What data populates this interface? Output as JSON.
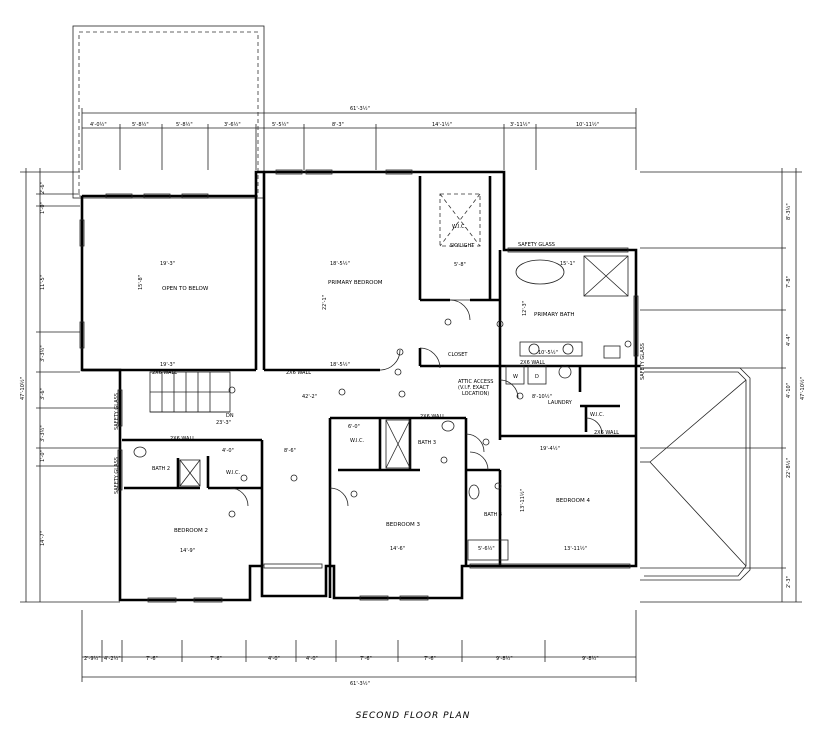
{
  "title": "SECOND FLOOR PLAN",
  "rooms": {
    "open_to_below": "OPEN TO BELOW",
    "primary_bedroom": "PRIMARY BEDROOM",
    "wic_primary": "W.I.C.",
    "skylight": "SKYLIGHT",
    "safety_glass_top": "SAFETY GLASS",
    "primary_bath": "PRIMARY BATH",
    "safety_glass_right": "SAFETY GLASS",
    "closet": "CLOSET",
    "attic_access": "ATTIC ACCESS",
    "attic_note": "(V.I.F. EXACT",
    "attic_note2": "LOCATION)",
    "laundry": "LAUNDRY",
    "wic_laundry": "W.I.C.",
    "washer": "W",
    "dryer": "D",
    "wic_b3": "W.I.C.",
    "bath_3": "BATH 3",
    "bath_2": "BATH 2",
    "wic_b2": "W.I.C.",
    "bedroom_2": "BEDROOM 2",
    "bedroom_3": "BEDROOM 3",
    "bath_4": "BATH 4",
    "bedroom_4": "BEDROOM 4",
    "down": "DN",
    "safety_glass_left1": "SAFETY GLASS",
    "safety_glass_left2": "SAFETY GLASS",
    "wall_note": "2X6 WALL"
  },
  "dims": {
    "overall_top": "61'-3½\"",
    "overall_bottom": "61'-3½\"",
    "overall_left": "47'-10½\"",
    "overall_right": "47'-10½\"",
    "top_row": [
      "4'-0½\"",
      "5'-8½\"",
      "5'-8½\"",
      "3'-6½\"",
      "5'-5½\"",
      "8'-3\"",
      "14'-1½\"",
      "3'-11½\"",
      "10'-11½\""
    ],
    "bottom_row": [
      "2'-9½\"",
      "4'-2½\"",
      "7'-6\"",
      "7'-6\"",
      "4'-0\"",
      "4'-0\"",
      "7'-6\"",
      "7'-6\"",
      "9'-8½\"",
      "9'-8½\""
    ],
    "left_col": [
      "2'-6\"",
      "1'-0\"",
      "11'-5\"",
      "3'-3½\"",
      "3'-6\"",
      "3'-3½\"",
      "1'-0\"",
      "14'-7\""
    ],
    "right_col": [
      "8'-3½\"",
      "7'-8\"",
      "4'-4\"",
      "4'-10\"",
      "22'-8½\"",
      "2'-3\""
    ],
    "interior": {
      "otb_w": "19'-3\"",
      "otb_w2": "19'-3\"",
      "otb_h": "15'-8\"",
      "pb_w": "18'-5½\"",
      "pb_w2": "18'-5½\"",
      "pb_h": "22'-1\"",
      "wic_w": "5'-8\"",
      "bath_w": "15'-1\"",
      "bath_h": "12'-3\"",
      "hall": "42'-2\"",
      "stair": "23'-3\"",
      "b2_w": "14'-9\"",
      "b3_w": "14'-6\"",
      "b4_w": "13'-11½\"",
      "b4_h": "13'-11½\"",
      "b4_top": "19'-4½\"",
      "laundry_w": "8'-10½\"",
      "b4_w2": "5'-6½\"",
      "closet_w": "10'-5½\"",
      "ch": "8'-6\"",
      "b3wic": "6'-0\"",
      "b2wic": "4'-0\""
    }
  }
}
